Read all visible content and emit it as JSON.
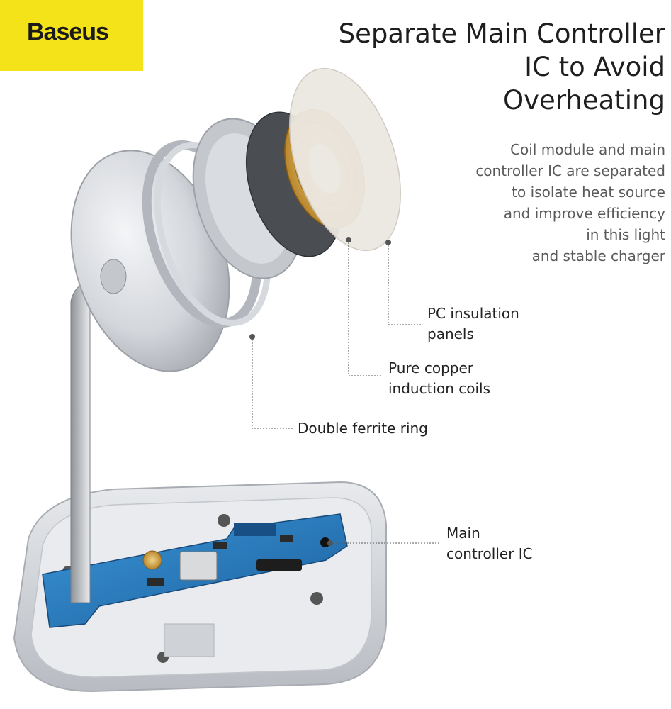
{
  "brand": {
    "logo_text": "Baseus",
    "accent": "#f5e31a"
  },
  "headline": {
    "lines": [
      "Separate Main Controller",
      "IC to Avoid",
      "Overheating"
    ]
  },
  "description": {
    "lines": [
      "Coil module and main",
      "controller IC are separated",
      "to isolate heat source",
      "and improve efficiency",
      "in this light",
      "and stable charger"
    ]
  },
  "callouts": {
    "pc_panels": {
      "lines": [
        "PC insulation",
        "panels"
      ]
    },
    "copper_coils": {
      "lines": [
        "Pure copper",
        "induction coils"
      ]
    },
    "ferrite_ring": {
      "lines": [
        "Double ferrite ring"
      ]
    },
    "main_ic": {
      "lines": [
        "Main",
        "controller IC"
      ]
    }
  },
  "colors": {
    "copper": "#c9952e",
    "pcb": "#2a7fc4",
    "silver": "#c9ccd1"
  }
}
